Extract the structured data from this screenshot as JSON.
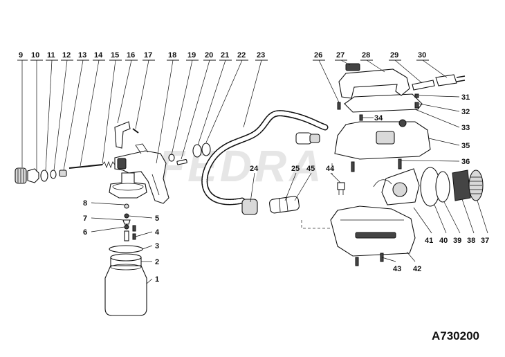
{
  "model_code": "A730200",
  "watermark": "FEDRA",
  "callouts": [
    "1",
    "2",
    "3",
    "4",
    "5",
    "6",
    "7",
    "8",
    "9",
    "10",
    "11",
    "12",
    "13",
    "14",
    "15",
    "16",
    "17",
    "18",
    "19",
    "20",
    "21",
    "22",
    "23",
    "24",
    "25",
    "26",
    "27",
    "28",
    "29",
    "30",
    "31",
    "32",
    "33",
    "34",
    "35",
    "36",
    "37",
    "38",
    "39",
    "40",
    "41",
    "42",
    "43",
    "44",
    "45"
  ]
}
